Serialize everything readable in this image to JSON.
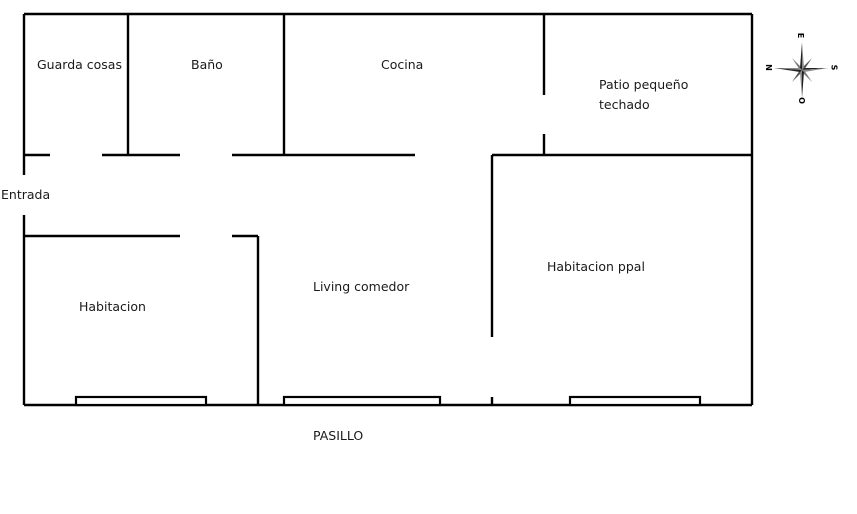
{
  "rooms": {
    "guarda_cosas": "Guarda cosas",
    "bano": "Baño",
    "cocina": "Cocina",
    "patio_line1": "Patio pequeño",
    "patio_line2": "techado",
    "entrada": "Entrada",
    "habitacion": "Habitacion",
    "living": "Living comedor",
    "habitacion_ppal": "Habitacion ppal",
    "pasillo": "PASILLO"
  },
  "compass": {
    "north": "N",
    "east": "E",
    "south": "S",
    "west": "O"
  },
  "colors": {
    "wall": "#000000",
    "background": "#ffffff",
    "text": "#1a1a1a"
  }
}
